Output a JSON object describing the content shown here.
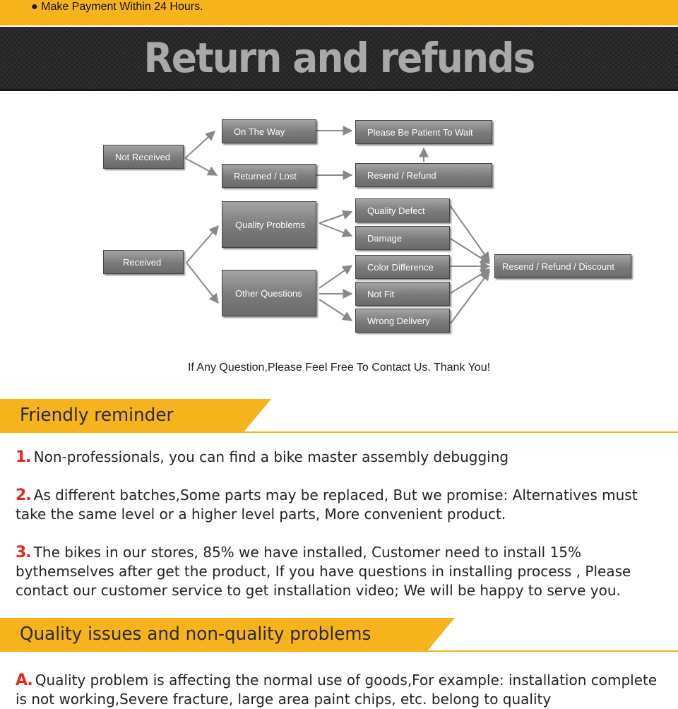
{
  "top_note": "● Make Payment Within 24 Hours.",
  "banner_title": "Return and refunds",
  "flow": {
    "not_received": "Not Received",
    "on_the_way": "On The Way",
    "returned_lost": "Returned / Lost",
    "please_wait": "Please Be Patient To Wait",
    "resend_refund": "Resend / Refund",
    "received": "Received",
    "quality_problems": "Quality Problems",
    "other_questions": "Other Questions",
    "quality_defect": "Quality Defect",
    "damage": "Damage",
    "color_difference": "Color Difference",
    "not_fit": "Not Fit",
    "wrong_delivery": "Wrong Delivery",
    "resend_refund_discount": "Resend / Refund / Discount"
  },
  "contact_text": "If Any Question,Please Feel Free To Contact Us. Thank You!",
  "reminder": {
    "title": "Friendly reminder",
    "items": [
      {
        "num": "1.",
        "text": "Non-professionals, you can find a bike master assembly debugging"
      },
      {
        "num": "2.",
        "text": "As different batches,Some parts may be replaced, But we promise: Alternatives must take the same level or a higher level parts, More convenient product."
      },
      {
        "num": "3.",
        "text": "The bikes in our stores, 85% we have installed, Customer need to install 15% bythemselves after get the product, If you have questions in installing process , Please contact our customer service to get installation video; We will be happy to serve you."
      }
    ]
  },
  "quality": {
    "title": "Quality issues and non-quality problems",
    "items": [
      {
        "num": "A.",
        "text": "Quality problem is affecting the normal use of goods,For example: installation complete is not working,Severe fracture, large area paint chips, etc. belong to quality"
      }
    ]
  },
  "colors": {
    "accent": "#f6b31b",
    "number_red": "#e8261d",
    "banner_bg": "#222222",
    "box_gray": "#7a7a7a"
  }
}
